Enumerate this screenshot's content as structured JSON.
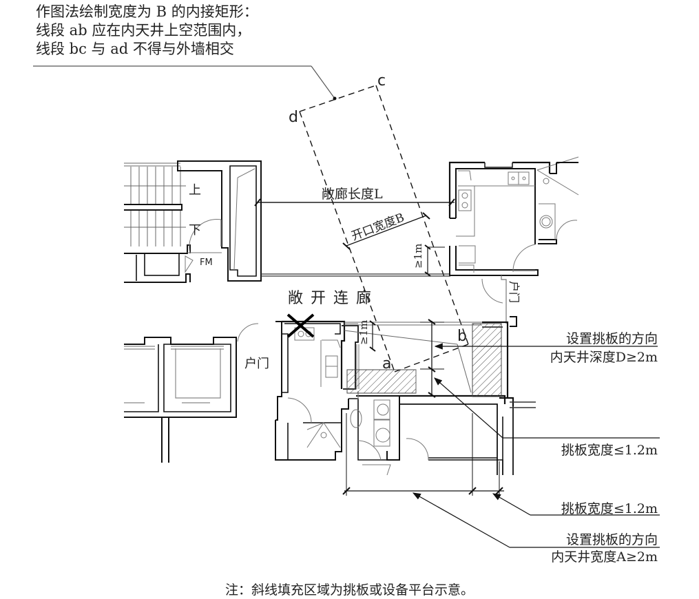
{
  "instruction_note": {
    "lines": [
      "作图法绘制宽度为 B 的内接矩形：",
      "线段 ab 应在内天井上空范围内，",
      "线段 bc 与 ad 不得与外墙相交"
    ]
  },
  "rectangle_points": {
    "a": "a",
    "b": "b",
    "c": "c",
    "d": "d"
  },
  "labels": {
    "corridor_length": "敞廊长度L",
    "opening_width": "开口宽度B",
    "min_1m_left": "≥1m",
    "min_1m_right": "≥1m",
    "open_corridor": "敞 开 连 廊",
    "unit_door_left": "户门",
    "unit_door_right": "户门",
    "stair_up": "上",
    "stair_down": "下",
    "fm": "FM"
  },
  "callouts": [
    {
      "line1": "设置挑板的方向",
      "line2": "内天井深度D≥2m"
    },
    {
      "line1": "挑板宽度≤1.2m"
    },
    {
      "line1": "挑板宽度≤1.2m"
    },
    {
      "line1": "设置挑板的方向",
      "line2": "内天井宽度A≥2m"
    }
  ],
  "footer_note": "注：斜线填充区域为挑板或设备平台示意。",
  "colors": {
    "line": "#111111",
    "thin": "#555555",
    "hatch": "#444444"
  }
}
